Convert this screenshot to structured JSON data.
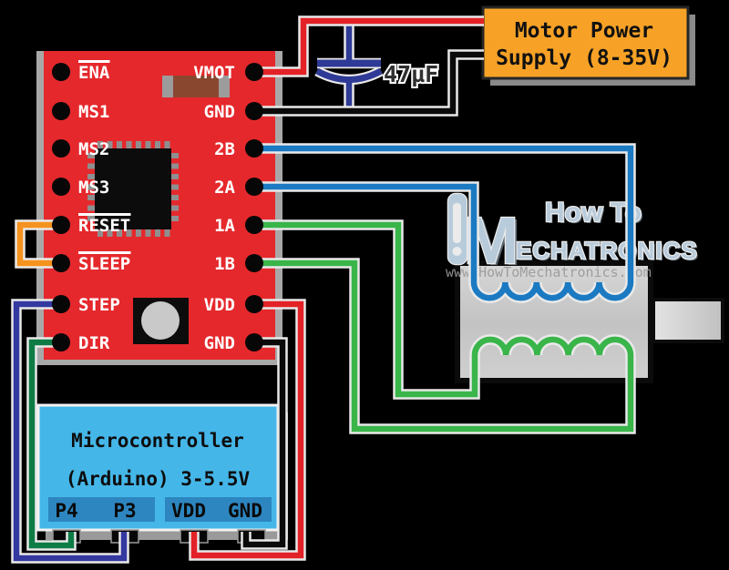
{
  "colors": {
    "bg": "#000000",
    "board-red": "#e5282c",
    "board-shadow": "#a8a8a8",
    "psu-orange": "#f7a226",
    "mc-blue": "#45b6e8",
    "mc-strip": "#2d86c0",
    "wire-red": "#e32227",
    "wire-black": "#0a0a0a",
    "wire-blue": "#1b7ac2",
    "wire-green": "#39b54a",
    "wire-orange": "#f6921e",
    "wire-navy": "#3439a0",
    "wire-darkgreen": "#0e7c45",
    "cap-navy": "#2e3a96",
    "watermark-blue": "#c8ddee"
  },
  "driver_board": {
    "left_pins": [
      {
        "label": "ENA",
        "overline": true
      },
      {
        "label": "MS1",
        "overline": false
      },
      {
        "label": "MS2",
        "overline": false
      },
      {
        "label": "MS3",
        "overline": false
      },
      {
        "label": "RESET",
        "overline": true
      },
      {
        "label": "SLEEP",
        "overline": true
      },
      {
        "label": "STEP",
        "overline": false
      },
      {
        "label": "DIR",
        "overline": false
      }
    ],
    "right_pins": [
      "VMOT",
      "GND",
      "2B",
      "2A",
      "1A",
      "1B",
      "VDD",
      "GND"
    ]
  },
  "capacitor": {
    "label": "47µF"
  },
  "power_supply": {
    "line1": "Motor Power",
    "line2": "Supply (8-35V)"
  },
  "microcontroller": {
    "title_line1": "Microcontroller",
    "title_line2": "(Arduino) 3-5.5V",
    "pins": [
      "P4",
      "P3",
      "VDD",
      "GND"
    ]
  },
  "watermark": {
    "logo_letter": "M",
    "brand_line1": "How To",
    "brand_line2": "ECHATRONICS",
    "url": "www.HowToMechatronics.com"
  }
}
